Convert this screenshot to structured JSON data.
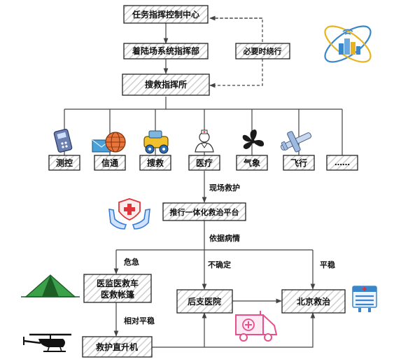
{
  "command": {
    "task_center": "任务指挥控制中心",
    "landing_dept": "着陆场系统指挥部",
    "search_rescue": "搜救指挥所",
    "bypass_note": "必要时绕行"
  },
  "units": [
    {
      "label": "测控",
      "icon": "remote-control-icon"
    },
    {
      "label": "信通",
      "icon": "globe-mail-icon"
    },
    {
      "label": "搜救",
      "icon": "rescue-vehicle-icon"
    },
    {
      "label": "医疗",
      "icon": "medical-staff-icon"
    },
    {
      "label": "气象",
      "icon": "fan-icon"
    },
    {
      "label": "飞行",
      "icon": "airplane-icon"
    },
    {
      "label": "……",
      "icon": ""
    }
  ],
  "flow": {
    "onsite_label": "现场救护",
    "platform": "推行一体化救治平台",
    "basis_label": "依据病情",
    "critical_label": "危急",
    "uncertain_label": "不确定",
    "stable_label": "平稳",
    "monitor_line1": "医监医救车",
    "monitor_line2": "医救帐篷",
    "relatively_stable_label": "相对平稳",
    "helicopter_box": "救护直升机",
    "backup_hospital": "后支医院",
    "beijing": "北京救治"
  },
  "colors": {
    "box_stroke": "#222222",
    "hatch": "#c8c8c8",
    "line": "#444444",
    "tent": "#3aa14a",
    "medical_red": "#e0343a",
    "hand_blue": "#3a7bd5",
    "ambulance_pink": "#e8508c"
  }
}
